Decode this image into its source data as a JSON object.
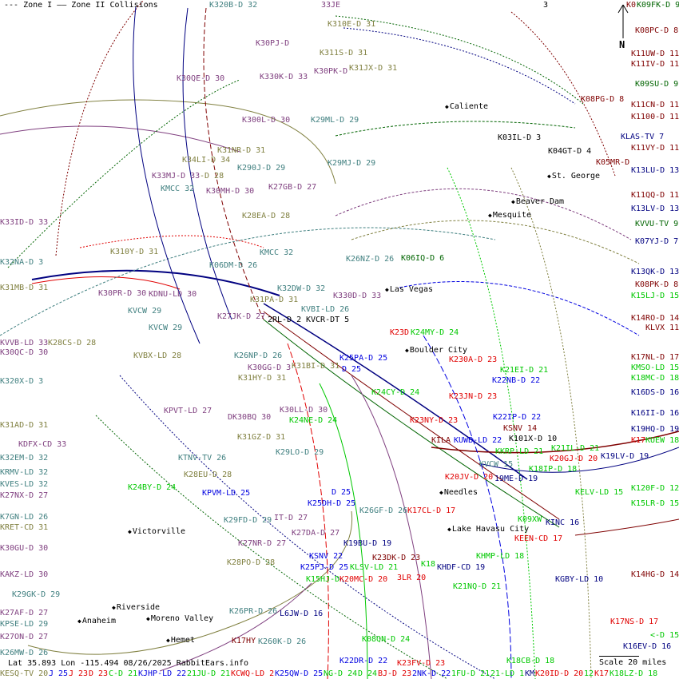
{
  "legend": {
    "zone1": "--- Zone I",
    "zone2": "—— Zone II Collisions"
  },
  "footer": "Lat 35.893 Lon -115.494 08/26/2025 RabbitEars.info",
  "scale": "Scale 20 miles",
  "north": "N",
  "palette": {
    "purple": "#7f3f7f",
    "olive": "#808040",
    "teal": "#3f7f7f",
    "darkred": "#7f0000",
    "dkgreen": "#006400",
    "green": "#00c800",
    "blue": "#0000e0",
    "navy": "#000080",
    "red": "#e00000",
    "black": "#000000"
  },
  "cities": [
    "Caliente",
    "St. George",
    "Beaver Dam",
    "Mesquite",
    "Las Vegas",
    "Boulder City",
    "Needles",
    "Lake Havasu City",
    "Victorville",
    "Riverside",
    "Moreno Valley",
    "Anaheim",
    "Hemet"
  ],
  "labels": [
    {
      "t": "K320B-D 32",
      "c": "teal"
    },
    {
      "t": "33JE",
      "c": "purple"
    },
    {
      "t": "K310E-D 31",
      "c": "olive"
    },
    {
      "t": "K30PJ-D",
      "c": "purple"
    },
    {
      "t": "K311S-D 31",
      "c": "olive"
    },
    {
      "t": "K30PK-D",
      "c": "purple"
    },
    {
      "t": "K31JX-D 31",
      "c": "olive"
    },
    {
      "t": "K330K-D 33",
      "c": "purple"
    },
    {
      "t": "K30QE-D 30",
      "c": "purple"
    },
    {
      "t": "K300L-D 30",
      "c": "purple"
    },
    {
      "t": "K29ML-D 29",
      "c": "teal"
    },
    {
      "t": "K31NR-D 31",
      "c": "olive"
    },
    {
      "t": "K34LI-D 34",
      "c": "olive"
    },
    {
      "t": "K290J-D 29",
      "c": "teal"
    },
    {
      "t": "K29MJ-D 29",
      "c": "teal"
    },
    {
      "t": "K33MJ-D 33",
      "c": "purple"
    },
    {
      "t": "-D 28",
      "c": "olive"
    },
    {
      "t": "KMCC 32",
      "c": "teal"
    },
    {
      "t": "K30MH-D 30",
      "c": "purple"
    },
    {
      "t": "K27GB-D 27",
      "c": "purple"
    },
    {
      "t": "K28EA-D 28",
      "c": "olive"
    },
    {
      "t": "K33ID-D 33",
      "c": "purple"
    },
    {
      "t": "K310Y-D 31",
      "c": "olive"
    },
    {
      "t": "KMCC 32",
      "c": "teal"
    },
    {
      "t": "K32NA-D 3",
      "c": "teal"
    },
    {
      "t": "K06DM-D 26",
      "c": "teal"
    },
    {
      "t": "K26NZ-D 26",
      "c": "teal"
    },
    {
      "t": "K06IQ-D 6",
      "c": "dkgreen"
    },
    {
      "t": "K31MB-D 31",
      "c": "olive"
    },
    {
      "t": "K32DW-D 32",
      "c": "teal"
    },
    {
      "t": "K30PR-D 30",
      "c": "purple"
    },
    {
      "t": "KDNU-LD 30",
      "c": "purple"
    },
    {
      "t": "K31PA-D 31",
      "c": "olive"
    },
    {
      "t": "KVBI-LD 26",
      "c": "teal"
    },
    {
      "t": "KVCW 29",
      "c": "teal"
    },
    {
      "t": "K27JK-D 27",
      "c": "purple"
    },
    {
      "t": "2RL-D 2",
      "c": "black"
    },
    {
      "t": "KVCR-DT 5",
      "c": "black"
    },
    {
      "t": "KVCW 29",
      "c": "teal"
    },
    {
      "t": "K330D-D 33",
      "c": "purple"
    },
    {
      "t": "K23D",
      "c": "red"
    },
    {
      "t": "K24MY-D 24",
      "c": "green"
    },
    {
      "t": "3",
      "c": "black"
    },
    {
      "t": "K0",
      "c": "darkred"
    },
    {
      "t": "K09FK-D 9",
      "c": "dkgreen"
    },
    {
      "t": "K08PC-D 8",
      "c": "darkred"
    },
    {
      "t": "K11UW-D 11",
      "c": "darkred"
    },
    {
      "t": "K11IV-D 11",
      "c": "darkred"
    },
    {
      "t": "K09SU-D 9",
      "c": "dkgreen"
    },
    {
      "t": "K08PG-D 8",
      "c": "darkred"
    },
    {
      "t": "K11CN-D 11",
      "c": "darkred"
    },
    {
      "t": "K1100-D 11",
      "c": "darkred"
    },
    {
      "t": "K03IL-D 3",
      "c": "black"
    },
    {
      "t": "K04GT-D 4",
      "c": "black"
    },
    {
      "t": "KLAS-TV 7",
      "c": "navy"
    },
    {
      "t": "K11VY-D 11",
      "c": "darkred"
    },
    {
      "t": "K05MR-D",
      "c": "darkred"
    },
    {
      "t": "K13LU-D 13",
      "c": "navy"
    },
    {
      "t": "K11QQ-D 11",
      "c": "darkred"
    },
    {
      "t": "K13LV-D 13",
      "c": "navy"
    },
    {
      "t": "KVVU-TV 9",
      "c": "dkgreen"
    },
    {
      "t": "K07YJ-D 7",
      "c": "navy"
    },
    {
      "t": "K13QK-D 13",
      "c": "navy"
    },
    {
      "t": "K08PK-D 8",
      "c": "darkred"
    },
    {
      "t": "K15LJ-D 15",
      "c": "green"
    },
    {
      "t": "K14RO-D 14",
      "c": "darkred"
    },
    {
      "t": "KLVX 11",
      "c": "darkred"
    },
    {
      "t": "KVVB-LD 33",
      "c": "purple"
    },
    {
      "t": "K28CS-D 28",
      "c": "olive"
    },
    {
      "t": "K30QC-D 30",
      "c": "purple"
    },
    {
      "t": "KVBX-LD 28",
      "c": "olive"
    },
    {
      "t": "K26NP-D 26",
      "c": "teal"
    },
    {
      "t": "K30GG-D 3",
      "c": "purple"
    },
    {
      "t": "K31BI-D 31",
      "c": "olive"
    },
    {
      "t": "K31HY-D 31",
      "c": "olive"
    },
    {
      "t": "K320X-D 3",
      "c": "teal"
    },
    {
      "t": "KPVT-LD 27",
      "c": "purple"
    },
    {
      "t": "K30LL-D 30",
      "c": "purple"
    },
    {
      "t": "DK30BQ 30",
      "c": "purple"
    },
    {
      "t": "K24NE-D 24",
      "c": "green"
    },
    {
      "t": "K31AD-D 31",
      "c": "olive"
    },
    {
      "t": "K31GZ-D 31",
      "c": "olive"
    },
    {
      "t": "KDFX-CD 33",
      "c": "purple"
    },
    {
      "t": "K29LO-D 29",
      "c": "teal"
    },
    {
      "t": "K32EM-D 32",
      "c": "teal"
    },
    {
      "t": "KTNV-TV 26",
      "c": "teal"
    },
    {
      "t": "K28EU-D 28",
      "c": "olive"
    },
    {
      "t": "KRMV-LD 32",
      "c": "teal"
    },
    {
      "t": "KVES-LD 32",
      "c": "teal"
    },
    {
      "t": "K24BY-D 24",
      "c": "green"
    },
    {
      "t": "K27NX-D 27",
      "c": "purple"
    },
    {
      "t": "KPVM-LD 25",
      "c": "blue"
    },
    {
      "t": "K25DH-D 25",
      "c": "blue"
    },
    {
      "t": "K29FD-D 29",
      "c": "teal"
    },
    {
      "t": "IT-D 27",
      "c": "purple"
    },
    {
      "t": "K7GN-LD 26",
      "c": "teal"
    },
    {
      "t": "KRET-CD 31",
      "c": "olive"
    },
    {
      "t": "K27DA-D 27",
      "c": "purple"
    },
    {
      "t": "K27NR-D 27",
      "c": "purple"
    },
    {
      "t": "K30GU-D 30",
      "c": "purple"
    },
    {
      "t": "KSNV 22",
      "c": "blue"
    },
    {
      "t": "K28PO-D 28",
      "c": "olive"
    },
    {
      "t": "K25PJ-D 25",
      "c": "blue"
    },
    {
      "t": "K15HJ-D",
      "c": "green"
    },
    {
      "t": "KAKZ-LD 30",
      "c": "purple"
    },
    {
      "t": "K29GK-D 29",
      "c": "teal"
    },
    {
      "t": "K27AF-D 27",
      "c": "purple"
    },
    {
      "t": "KPSE-LD 29",
      "c": "teal"
    },
    {
      "t": "K26PR-D 26",
      "c": "teal"
    },
    {
      "t": "L6JW-D 16",
      "c": "navy"
    },
    {
      "t": "K27ON-D 27",
      "c": "purple"
    },
    {
      "t": "K17HY",
      "c": "darkred"
    },
    {
      "t": "K260K-D 26",
      "c": "teal"
    },
    {
      "t": "K26MW-D 26",
      "c": "teal"
    },
    {
      "t": "KESQ-TV 20",
      "c": "olive"
    },
    {
      "t": "J 25",
      "c": "blue"
    },
    {
      "t": "J 23",
      "c": "red"
    },
    {
      "t": "D 23",
      "c": "red"
    },
    {
      "t": "C-D 21",
      "c": "green"
    },
    {
      "t": "KJHP-LD 22",
      "c": "blue"
    },
    {
      "t": "21JU-D 21",
      "c": "green"
    },
    {
      "t": "KCWQ-LD 2",
      "c": "red"
    },
    {
      "t": "K25QW-D 25",
      "c": "blue"
    },
    {
      "t": "NG-D 24",
      "c": "green"
    },
    {
      "t": "K25PA-D 25",
      "c": "blue"
    },
    {
      "t": "K230A-D 23",
      "c": "red"
    },
    {
      "t": "K21EI-D 21",
      "c": "green"
    },
    {
      "t": "D 25",
      "c": "blue"
    },
    {
      "t": "K17NL-D 17",
      "c": "darkred"
    },
    {
      "t": "KMSO-LD 15",
      "c": "green"
    },
    {
      "t": "K18MC-D 18",
      "c": "green"
    },
    {
      "t": "K22NB-D 22",
      "c": "blue"
    },
    {
      "t": "K24CY-D 24",
      "c": "green"
    },
    {
      "t": "K16DS-D 16",
      "c": "navy"
    },
    {
      "t": "K23JN-D 23",
      "c": "red"
    },
    {
      "t": "K16II-D 16",
      "c": "navy"
    },
    {
      "t": "K22IP-D 22",
      "c": "blue"
    },
    {
      "t": "K23NY-D 23",
      "c": "red"
    },
    {
      "t": "K19HQ-D 19",
      "c": "navy"
    },
    {
      "t": "KSNV 14",
      "c": "darkred"
    },
    {
      "t": "K101X-D 10",
      "c": "black"
    },
    {
      "t": "KILA",
      "c": "darkred"
    },
    {
      "t": "KUWB-LD 22",
      "c": "blue"
    },
    {
      "t": "K17",
      "c": "red"
    },
    {
      "t": "KUEW 18",
      "c": "green"
    },
    {
      "t": "K21IL-D 21",
      "c": "green"
    },
    {
      "t": "KKRP-LD 21",
      "c": "green"
    },
    {
      "t": "K20GJ-D 20",
      "c": "red"
    },
    {
      "t": "K19LV-D 19",
      "c": "navy"
    },
    {
      "t": "KVCW 15",
      "c": "teal"
    },
    {
      "t": "K18IP-D 18",
      "c": "green"
    },
    {
      "t": "19ME-D 19",
      "c": "navy"
    },
    {
      "t": "K20JV-D 20",
      "c": "red"
    },
    {
      "t": "K120F-D 12",
      "c": "green"
    },
    {
      "t": "KELV-LD 15",
      "c": "green"
    },
    {
      "t": "K15LR-D 15",
      "c": "green"
    },
    {
      "t": "D 25",
      "c": "blue"
    },
    {
      "t": "K26GF-D 26",
      "c": "teal"
    },
    {
      "t": "K17CL-D 17",
      "c": "red"
    },
    {
      "t": "K09XW",
      "c": "green"
    },
    {
      "t": "KINC 16",
      "c": "navy"
    },
    {
      "t": "KEEN-CD 17",
      "c": "red"
    },
    {
      "t": "K19BU-D 19",
      "c": "navy"
    },
    {
      "t": "KHMP-LD 18",
      "c": "green"
    },
    {
      "t": "K23DK-D 23",
      "c": "darkred"
    },
    {
      "t": "KLSV-LD 21",
      "c": "green"
    },
    {
      "t": "K18",
      "c": "green"
    },
    {
      "t": "KHDF-CD 19",
      "c": "navy"
    },
    {
      "t": "3LR 20",
      "c": "red"
    },
    {
      "t": "K20MC-D 20",
      "c": "red"
    },
    {
      "t": "K21NQ-D 21",
      "c": "green"
    },
    {
      "t": "KGBY-LD 10",
      "c": "navy"
    },
    {
      "t": "K14HG-D 14",
      "c": "darkred"
    },
    {
      "t": "K17NS-D 17",
      "c": "red"
    },
    {
      "t": "K08QN-D 24",
      "c": "green"
    },
    {
      "t": "K16EV-D 16",
      "c": "navy"
    },
    {
      "t": "K22DR-D 22",
      "c": "blue"
    },
    {
      "t": "K23FV-D 23",
      "c": "red"
    },
    {
      "t": "K18CB-D 18",
      "c": "green"
    },
    {
      "t": "D 24",
      "c": "green"
    },
    {
      "t": "BJ-D 23",
      "c": "red"
    },
    {
      "t": "2NK-D 22",
      "c": "blue"
    },
    {
      "t": "1FU-D 21",
      "c": "green"
    },
    {
      "t": "21-LD 1",
      "c": "green"
    },
    {
      "t": "KM",
      "c": "navy"
    },
    {
      "t": "K20ID-D 20",
      "c": "red"
    },
    {
      "t": "12",
      "c": "green"
    },
    {
      "t": "K17",
      "c": "red"
    },
    {
      "t": "K18LZ-D 18",
      "c": "green"
    },
    {
      "t": "<-D 15",
      "c": "green"
    }
  ]
}
